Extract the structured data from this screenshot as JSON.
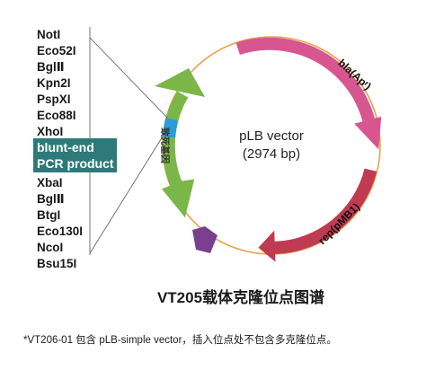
{
  "vector_name": "pLB vector",
  "vector_size": "(2974 bp)",
  "sites_above": [
    "NotI",
    "Eco52I",
    "BglⅡ",
    "Kpn2I",
    "PspXI",
    "Eco88I",
    "XhoI"
  ],
  "insert_labels": [
    "blunt-end",
    "PCR product"
  ],
  "sites_below": [
    "XbaI",
    "BglⅡ",
    "BtgI",
    "Eco130I",
    "NcoI",
    "Bsu15I"
  ],
  "lethal_gene_label": "致死基因",
  "feature_bla": "bla(Apʳ)",
  "feature_rep": "rep(pMB1)",
  "figure_title": "VT205载体克隆位点图谱",
  "footnote": "*VT206-01 包含 pLB-simple vector，插入位点处不包含多克隆位点。",
  "colors": {
    "backbone": "#e8a24a",
    "lethal_gene": "#7ab648",
    "insert_site": "#2a9bd7",
    "bla": "#d8568f",
    "rep": "#c03a52",
    "small_feature": "#7a3f8e",
    "highlight_box": "#2e7a7a"
  }
}
